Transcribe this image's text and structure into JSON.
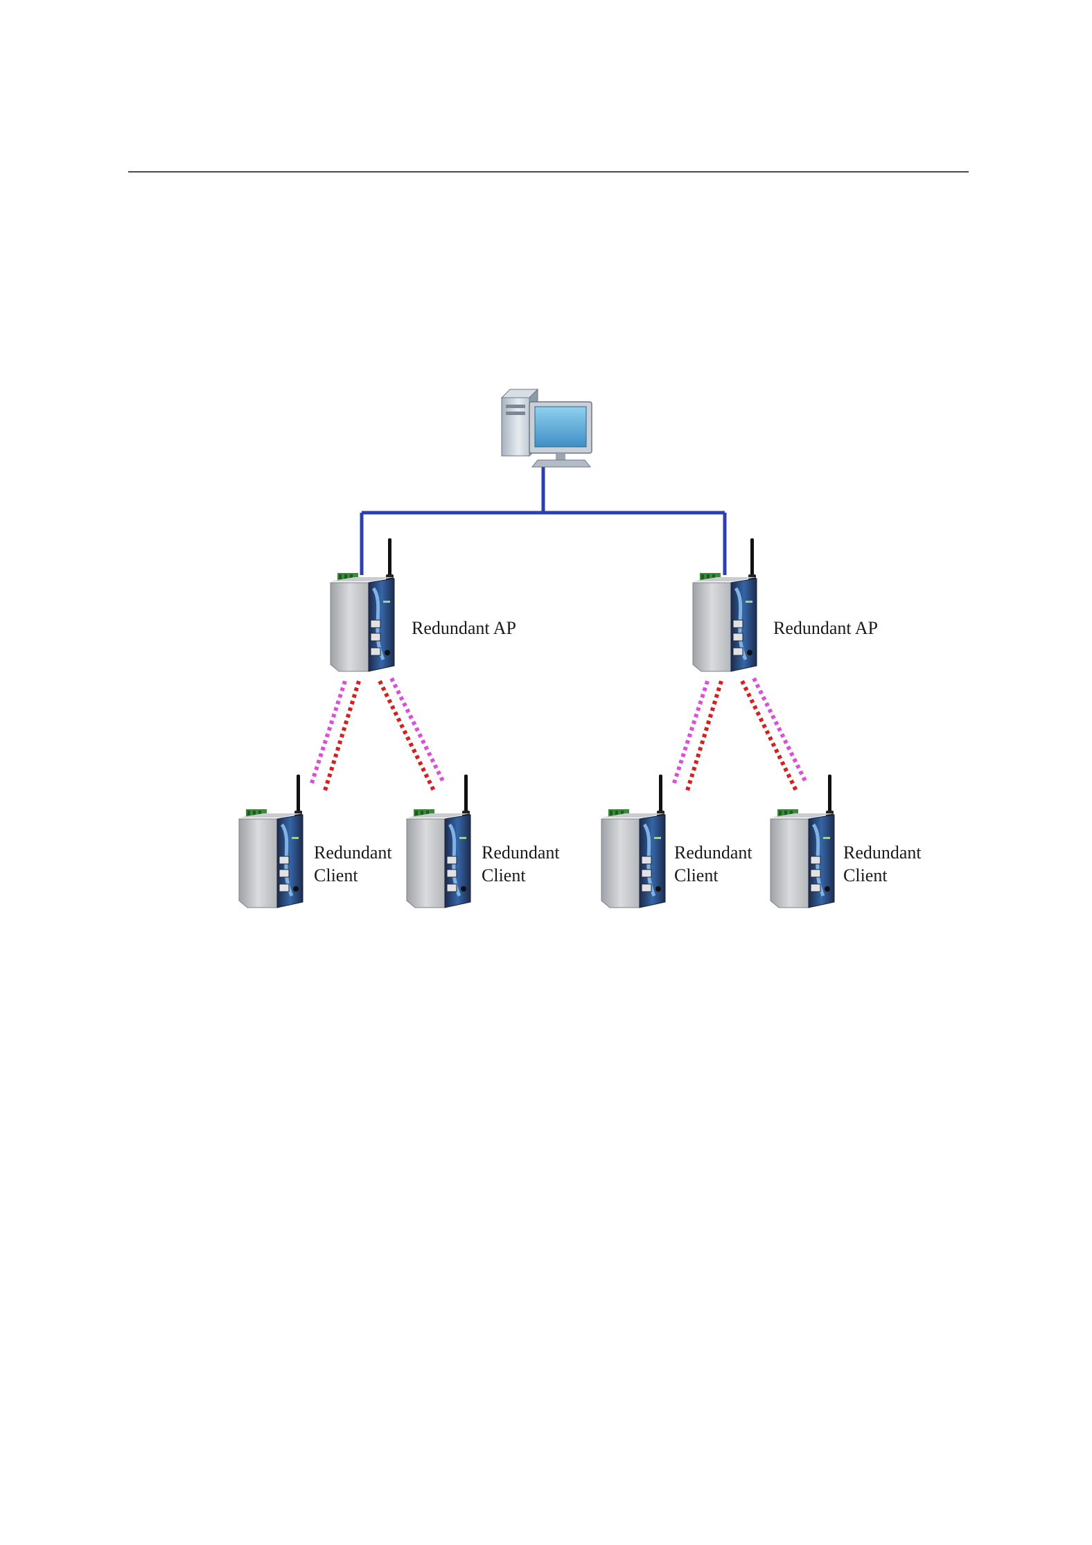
{
  "diagram": {
    "ap_label": "Redundant AP",
    "client_label_line1": "Redundant",
    "client_label_line2": "Client",
    "access_points": [
      {
        "label": "Redundant AP"
      },
      {
        "label": "Redundant AP"
      }
    ],
    "clients": [
      {
        "line1": "Redundant",
        "line2": "Client"
      },
      {
        "line1": "Redundant",
        "line2": "Client"
      },
      {
        "line1": "Redundant",
        "line2": "Client"
      },
      {
        "line1": "Redundant",
        "line2": "Client"
      }
    ]
  },
  "colors": {
    "wired_link": "#2b3fae",
    "wireless_primary": "#d42020",
    "wireless_secondary": "#d94fd9",
    "header_rule": "#4a4a4a"
  }
}
